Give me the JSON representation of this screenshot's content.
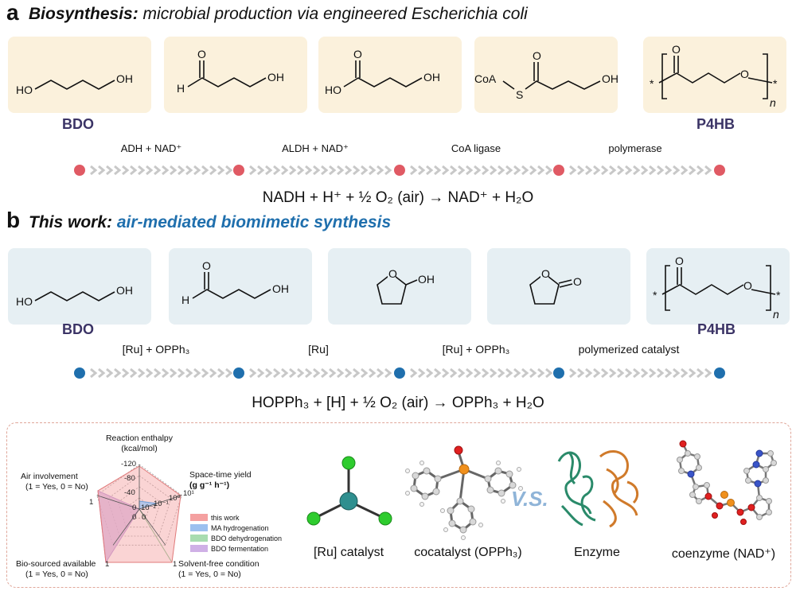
{
  "panel_a": {
    "letter": "a",
    "title_bold": "Biosynthesis:",
    "title_rest": "microbial production via engineered Escherichia coli",
    "compounds": {
      "first": "BDO",
      "last": "P4HB"
    },
    "enzymes": [
      "ADH + NAD⁺",
      "ALDH + NAD⁺",
      "CoA ligase",
      "polymerase"
    ],
    "equation": "NADH + H⁺ + ½ O₂ (air) → NAD⁺ + H₂O",
    "dot_color": "#e05a64",
    "box_color": "#fbf1dc"
  },
  "panel_b": {
    "letter": "b",
    "title_bold": "This work:",
    "title_rest": "air-mediated biomimetic synthesis",
    "compounds": {
      "first": "BDO",
      "last": "P4HB"
    },
    "catalysts": [
      "[Ru] + OPPh₃",
      "[Ru]",
      "[Ru] + OPPh₃",
      "polymerized catalyst"
    ],
    "equation": "HOPPh₃ + [H] + ½ O₂ (air) → OPPh₃ + H₂O",
    "dot_color": "#1f6fad",
    "box_color": "#e6eff3",
    "title_accent": "#1f6fad"
  },
  "molecule_labels": {
    "ho": "HO",
    "oh": "OH",
    "h": "H",
    "o": "O",
    "coa": "CoA",
    "s": "S",
    "n": "n",
    "star": "*"
  },
  "panel_c": {
    "radar": {
      "axes": [
        {
          "label": "Reaction enthalpy",
          "unit": "(kcal/mol)"
        },
        {
          "label": "Space-time yield",
          "unit": "(g g⁻¹ h⁻¹)"
        },
        {
          "label": "Solvent-free condition",
          "unit": "(1 = Yes, 0 = No)"
        },
        {
          "label": "Bio-sourced available",
          "unit": "(1 = Yes, 0 = No)"
        },
        {
          "label": "Air involvement",
          "unit": "(1 = Yes, 0 = No)"
        }
      ],
      "enthalpy_ticks": [
        "-120",
        "-80",
        "-40",
        "0"
      ],
      "yield_ticks": [
        "10⁻²",
        "10⁻¹",
        "10⁰",
        "10¹"
      ],
      "one": "1",
      "zero": "0",
      "legend": [
        {
          "name": "this work",
          "color": "#f4a0a0"
        },
        {
          "name": "MA hydrogenation",
          "color": "#9cc0ef"
        },
        {
          "name": "BDO dehydrogenation",
          "color": "#a8dcb0"
        },
        {
          "name": "BDO fermentation",
          "color": "#cfb0e6"
        }
      ]
    },
    "captions": {
      "ru": "[Ru] catalyst",
      "cocat": "cocatalyst (OPPh₃)",
      "vs": "V.S.",
      "enzyme": "Enzyme",
      "coenzyme": "coenzyme (NAD⁺)"
    }
  }
}
